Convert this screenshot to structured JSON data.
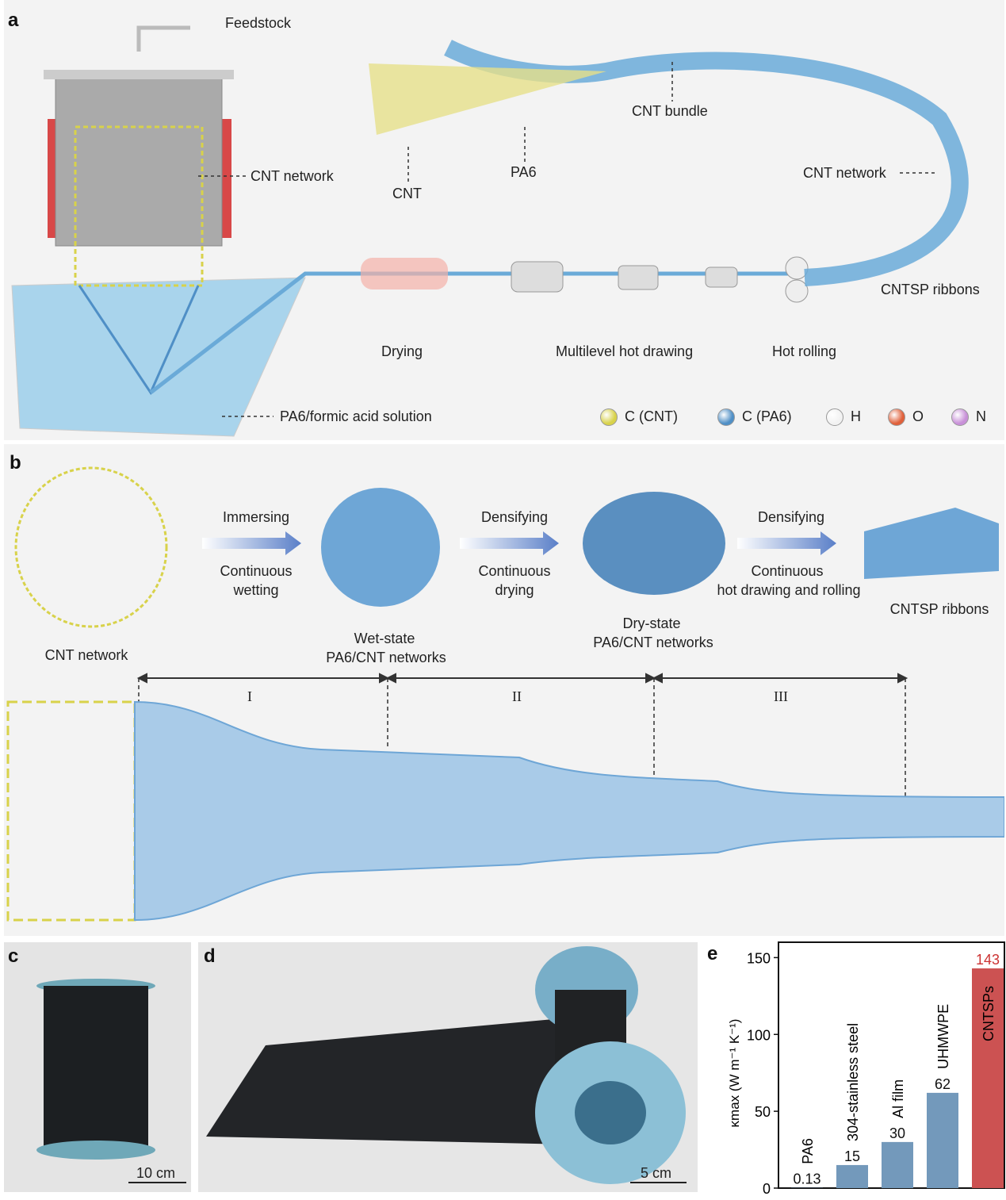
{
  "panel_a": {
    "label": "a",
    "feedstock": "Feedstock",
    "cnt_network_left": "CNT network",
    "cnt": "CNT",
    "pa6": "PA6",
    "cnt_bundle": "CNT bundle",
    "cnt_network_right": "CNT network",
    "cntsp_ribbons": "CNTSP ribbons",
    "drying": "Drying",
    "hot_drawing": "Multilevel hot drawing",
    "hot_rolling": "Hot rolling",
    "solution": "PA6/formic acid solution",
    "legend": [
      {
        "label": "C (CNT)",
        "color": "#d8d24a"
      },
      {
        "label": "C (PA6)",
        "color": "#4f8fc6"
      },
      {
        "label": "H",
        "color": "#f2f2f2"
      },
      {
        "label": "O",
        "color": "#e0603a"
      },
      {
        "label": "N",
        "color": "#c890d8"
      }
    ]
  },
  "panel_b": {
    "label": "b",
    "cnt_network": "CNT network",
    "immersing": "Immersing",
    "wetting_1": "Continuous",
    "wetting_2": "wetting",
    "wet_1": "Wet-state",
    "wet_2": "PA6/CNT networks",
    "densifying_1": "Densifying",
    "drying_1": "Continuous",
    "drying_2": "drying",
    "dry_1": "Dry-state",
    "dry_2": "PA6/CNT networks",
    "densifying_2": "Densifying",
    "rolling_1": "Continuous",
    "rolling_2": "hot drawing and rolling",
    "ribbons": "CNTSP ribbons",
    "stages": [
      "I",
      "II",
      "III"
    ]
  },
  "panel_c": {
    "label": "c",
    "scale": "10 cm"
  },
  "panel_d": {
    "label": "d",
    "scale": "5 cm"
  },
  "panel_e": {
    "label": "e"
  },
  "chart_data": {
    "type": "bar",
    "title": "",
    "ylabel": "κmax (W m⁻¹ K⁻¹)",
    "ylim": [
      0,
      160
    ],
    "yticks": [
      0,
      50,
      100,
      150
    ],
    "categories": [
      "PA6",
      "304-stainless steel",
      "Al film",
      "UHMWPE",
      "CNTSPs"
    ],
    "values": [
      0.13,
      15,
      30,
      62,
      143
    ],
    "value_labels": [
      "0.13",
      "15",
      "30",
      "62",
      "143"
    ],
    "colors": [
      "#7399bb",
      "#7399bb",
      "#7399bb",
      "#7399bb",
      "#cc5252"
    ],
    "highlight_label_color": "#cc3333"
  }
}
